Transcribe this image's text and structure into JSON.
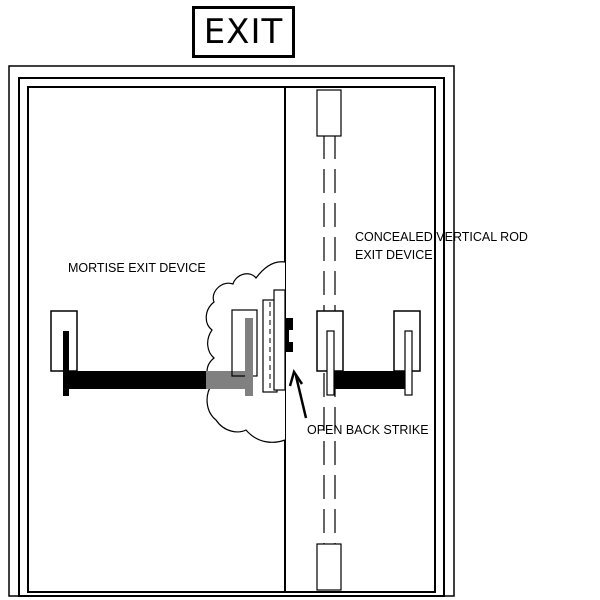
{
  "sign": {
    "text": "EXIT"
  },
  "labels": {
    "mortise": "MORTISE EXIT DEVICE",
    "rod_line1": "CONCEALED VERTICAL ROD",
    "rod_line2": "EXIT DEVICE",
    "strike": "OPEN BACK STRIKE"
  },
  "colors": {
    "line": "#000000",
    "cutaway_bar": "#808080",
    "background": "#ffffff"
  }
}
